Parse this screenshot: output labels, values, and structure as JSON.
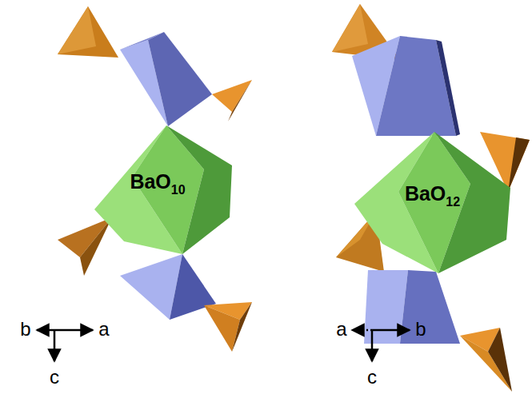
{
  "diagram": {
    "nodes": [
      {
        "text": [
          "BaO10"
        ]
      },
      {
        "text": [
          "BaO12"
        ]
      }
    ],
    "edges": [],
    "labels": [
      "b",
      "a",
      "c",
      "a",
      "b",
      "c"
    ]
  }
}
